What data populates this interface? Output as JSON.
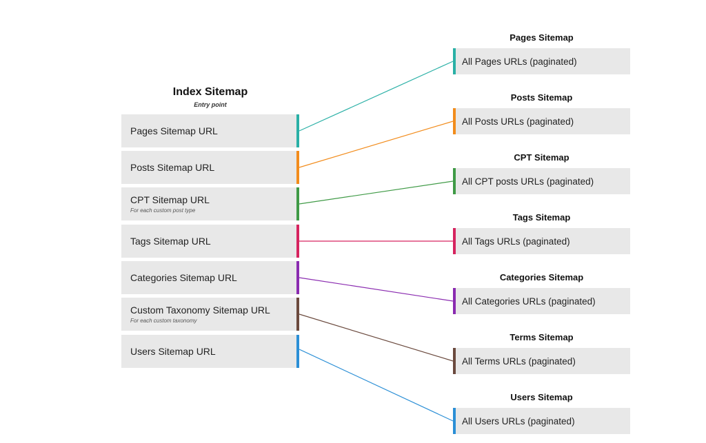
{
  "index": {
    "title": "Index Sitemap",
    "subtitle": "Entry point"
  },
  "sources": [
    {
      "label": "Pages Sitemap URL",
      "note": "",
      "color": "#2ab0a6"
    },
    {
      "label": "Posts Sitemap URL",
      "note": "",
      "color": "#f28c1c"
    },
    {
      "label": "CPT Sitemap URL",
      "note": "For each custom post type",
      "color": "#3f9a46"
    },
    {
      "label": "Tags Sitemap URL",
      "note": "",
      "color": "#d6245f"
    },
    {
      "label": "Categories Sitemap URL",
      "note": "",
      "color": "#8a2bb0"
    },
    {
      "label": "Custom Taxonomy Sitemap URL",
      "note": "For each custom taxonomy",
      "color": "#6b4a3e"
    },
    {
      "label": "Users Sitemap URL",
      "note": "",
      "color": "#2b8fd6"
    }
  ],
  "targets": [
    {
      "title": "Pages Sitemap",
      "label": "All Pages URLs (paginated)",
      "color": "#2ab0a6"
    },
    {
      "title": "Posts Sitemap",
      "label": "All Posts URLs (paginated)",
      "color": "#f28c1c"
    },
    {
      "title": "CPT Sitemap",
      "label": "All CPT posts URLs (paginated)",
      "color": "#3f9a46"
    },
    {
      "title": "Tags Sitemap",
      "label": "All Tags URLs (paginated)",
      "color": "#d6245f"
    },
    {
      "title": "Categories Sitemap",
      "label": "All Categories URLs (paginated)",
      "color": "#8a2bb0"
    },
    {
      "title": "Terms Sitemap",
      "label": "All Terms URLs (paginated)",
      "color": "#6b4a3e"
    },
    {
      "title": "Users Sitemap",
      "label": "All Users URLs (paginated)",
      "color": "#2b8fd6"
    }
  ]
}
